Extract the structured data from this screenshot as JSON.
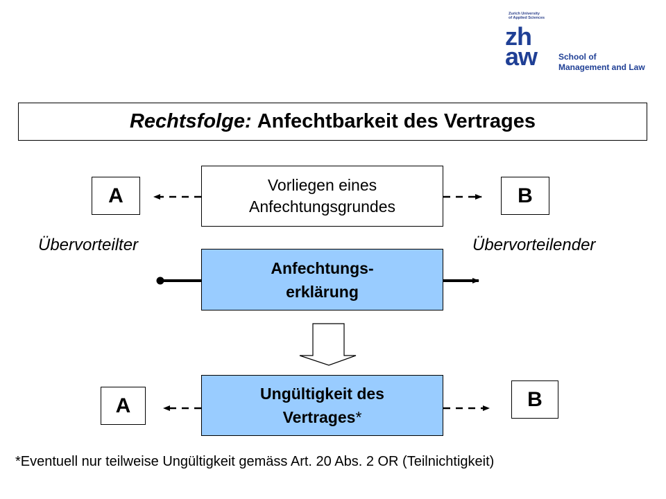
{
  "logo": {
    "small_text_1": "Zurich University",
    "small_text_2": "of Applied Sciences",
    "mark_top": "zh",
    "mark_bottom": "aw",
    "school_line_1": "School of",
    "school_line_2": "Management and Law",
    "color": "#1f3f95"
  },
  "title": {
    "italic_part": "Rechtsfolge:",
    "bold_part": "Anfechtbarkeit des Vertrages"
  },
  "parties": {
    "top_left": "A",
    "top_right": "B",
    "bottom_left": "A",
    "bottom_right": "B"
  },
  "roles": {
    "left": "Übervorteilter",
    "right": "Übervorteilender"
  },
  "boxes": {
    "grund_line_1": "Vorliegen eines",
    "grund_line_2": "Anfechtungsgrundes",
    "erklaerung_line_1": "Anfechtungs-",
    "erklaerung_line_2": "erklärung",
    "ungueltig_line_1": "Ungültigkeit des",
    "ungueltig_line_2": "Vertrages",
    "ungueltig_star": "*",
    "highlight_color": "#99ccff"
  },
  "footnote": "*Eventuell nur teilweise Ungültigkeit gemäss Art. 20 Abs. 2 OR (Teilnichtigkeit)"
}
